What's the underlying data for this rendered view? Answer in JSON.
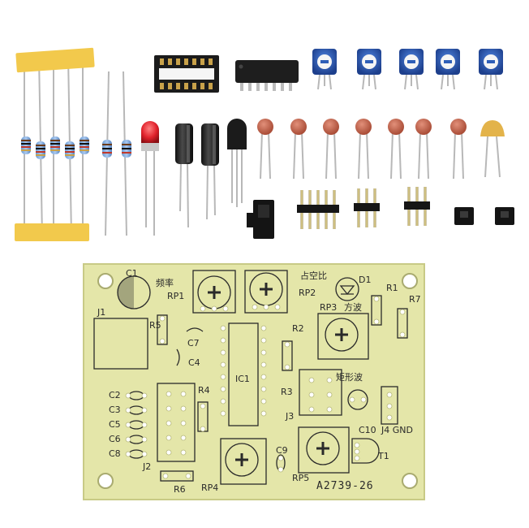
{
  "pcb": {
    "serial": "A2739-26",
    "labels": {
      "c1": "C1",
      "freq": "频率",
      "rp1": "RP1",
      "duty": "占空比",
      "rp2": "RP2",
      "d1": "D1",
      "r1": "R1",
      "rp3": "RP3",
      "square": "方波",
      "r7": "R7",
      "j1": "J1",
      "r5": "R5",
      "c7": "C7",
      "c4": "C4",
      "r2": "R2",
      "ic1": "IC1",
      "r3": "R3",
      "rect": "矩形波",
      "j3": "J3",
      "r4": "R4",
      "c2": "C2",
      "c3": "C3",
      "c5": "C5",
      "c6": "C6",
      "c8": "C8",
      "j2": "J2",
      "c9": "C9",
      "c10": "C10",
      "j4gnd": "J4 GND",
      "t1": "T1",
      "r6": "R6",
      "rp4": "RP4",
      "rp5": "RP5"
    }
  },
  "colors": {
    "pcb": "#e4e6a9",
    "tape": "#f2c94c",
    "ceramic_cap": "#c6654a",
    "pot_blue": "#2f5fb8",
    "led_red": "#e0202a"
  },
  "components": [
    "resistor-strip",
    "ic-socket",
    "ic-chip",
    "trimmer-pot",
    "red-led",
    "electrolytic-capacitor",
    "transistor",
    "ceramic-capacitor",
    "dc-jack",
    "pin-header",
    "jumper-cap"
  ]
}
